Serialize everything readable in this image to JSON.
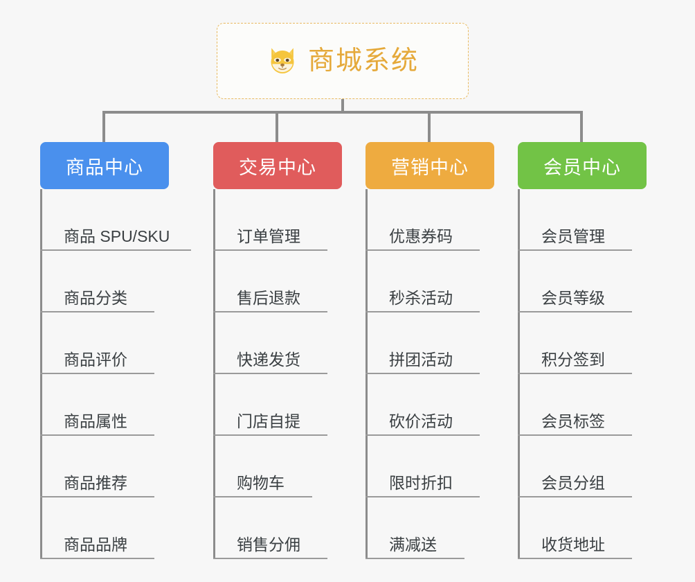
{
  "diagram": {
    "type": "org-tree",
    "background_color": "#f7f7f7",
    "root": {
      "title": "商城系统",
      "icon": "shiba-dog-face-icon",
      "title_color": "#e5a93a",
      "border_color": "#e8b95f"
    },
    "connector_color": "#8c8c8c",
    "branches": [
      {
        "label": "商品中心",
        "color": "#4a90ed",
        "items": [
          "商品 SPU/SKU",
          "商品分类",
          "商品评价",
          "商品属性",
          "商品推荐",
          "商品品牌"
        ]
      },
      {
        "label": "交易中心",
        "color": "#e05c5c",
        "items": [
          "订单管理",
          "售后退款",
          "快递发货",
          "门店自提",
          "购物车",
          "销售分佣"
        ]
      },
      {
        "label": "营销中心",
        "color": "#eeab40",
        "items": [
          "优惠券码",
          "秒杀活动",
          "拼团活动",
          "砍价活动",
          "限时折扣",
          "满减送"
        ]
      },
      {
        "label": "会员中心",
        "color": "#72c346",
        "items": [
          "会员管理",
          "会员等级",
          "积分签到",
          "会员标签",
          "会员分组",
          "收货地址"
        ]
      }
    ]
  }
}
